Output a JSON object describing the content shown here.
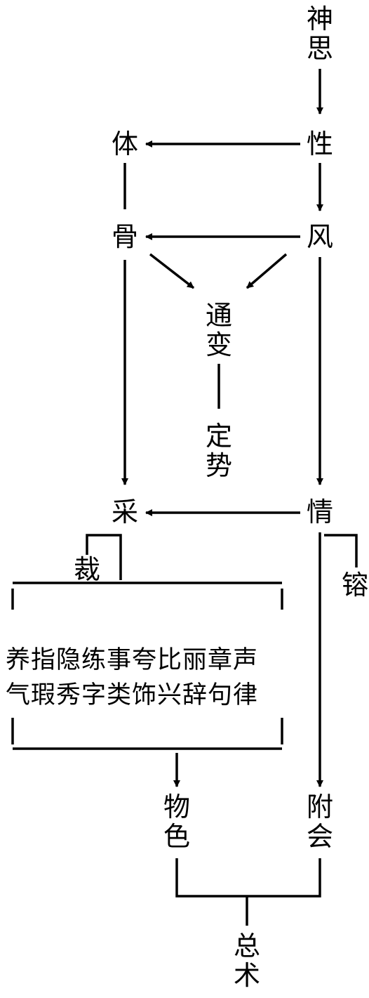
{
  "nodes": {
    "shensi": "神思",
    "xing": "性",
    "ti": "体",
    "feng": "风",
    "gu": "骨",
    "tongbian": "通变",
    "dingshi": "定势",
    "cai": "采",
    "qing": "情",
    "cai2": "裁",
    "rong": "镕",
    "wuse": "物色",
    "fuhui": "附会",
    "zongshu": "总术"
  },
  "box": {
    "row1": "养指隐练事夸比丽章声",
    "row2": "气瑕秀字类饰兴辞句律"
  }
}
